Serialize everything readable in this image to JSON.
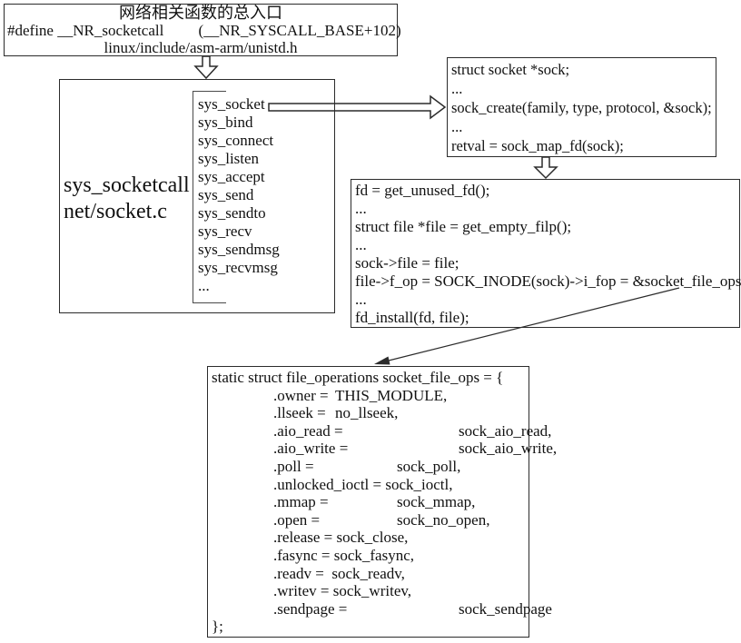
{
  "entry": {
    "title": "网络相关函数的总入口",
    "define_line": "#define __NR_socketcall         (__NR_SYSCALL_BASE+102)",
    "path_line": "linux/include/asm-arm/unistd.h"
  },
  "dispatcher": {
    "function_name": "sys_socketcall",
    "source_file": "net/socket.c",
    "syscalls": [
      "sys_socket",
      "sys_bind",
      "sys_connect",
      "sys_listen",
      "sys_accept",
      "sys_send",
      "sys_sendto",
      "sys_recv",
      "sys_sendmsg",
      "sys_recvmsg",
      "..."
    ]
  },
  "sock_create_box": {
    "lines": [
      "struct socket *sock;",
      "...",
      "sock_create(family, type, protocol, &sock);",
      "...",
      "retval = sock_map_fd(sock);"
    ]
  },
  "sock_map_fd_box": {
    "lines": [
      "fd = get_unused_fd();",
      "...",
      "struct file *file = get_empty_filp();",
      "...",
      "sock->file = file;",
      "file->f_op = SOCK_INODE(sock)->i_fop = &socket_file_ops;",
      "...",
      "fd_install(fd, file);"
    ]
  },
  "file_ops_box": {
    "lines": [
      "static struct file_operations socket_file_ops = {",
      "\t.owner = \tTHIS_MODULE,",
      "\t.llseek = \tno_llseek,",
      "\t.aio_read =\t\tsock_aio_read,",
      "\t.aio_write =\t\tsock_aio_write,",
      "\t.poll =\t\tsock_poll,",
      "\t.unlocked_ioctl = sock_ioctl,",
      "\t.mmap =\t\tsock_mmap,",
      "\t.open =\t\tsock_no_open,",
      "\t.release = sock_close,",
      "\t.fasync = sock_fasync,",
      "\t.readv =  sock_readv,",
      "\t.writev = sock_writev,",
      "\t.sendpage =\t\tsock_sendpage",
      "};"
    ]
  },
  "colors": {
    "line": "#2b2b2b",
    "text": "#111111",
    "background": "#ffffff"
  }
}
